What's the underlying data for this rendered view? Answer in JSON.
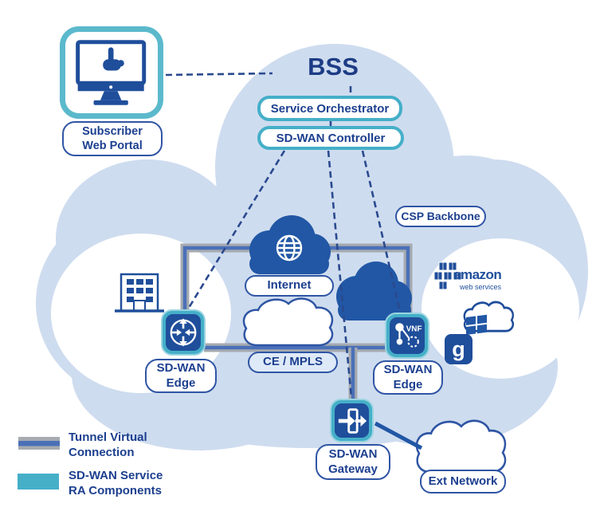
{
  "title": {
    "bss": "BSS"
  },
  "nodes": {
    "subscriber_portal": {
      "line1": "Subscriber",
      "line2": "Web Portal"
    },
    "service_orchestrator": {
      "label": "Service Orchestrator"
    },
    "sdwan_controller": {
      "label": "SD-WAN Controller"
    },
    "csp_backbone": {
      "label": "CSP Backbone"
    },
    "internet": {
      "label": "Internet"
    },
    "ce_mpls": {
      "label": "CE / MPLS"
    },
    "edge_left": {
      "line1": "SD-WAN",
      "line2": "Edge"
    },
    "edge_right": {
      "line1": "SD-WAN",
      "line2": "Edge",
      "badge": "VNF"
    },
    "gateway": {
      "line1": "SD-WAN",
      "line2": "Gateway"
    },
    "ext_network": {
      "label": "Ext Network"
    }
  },
  "logos": {
    "aws": {
      "name": "amazon",
      "subtitle": "web services"
    },
    "google": {
      "letter": "g"
    }
  },
  "legend": {
    "tunnel": {
      "line1": "Tunnel Virtual",
      "line2": "Connection"
    },
    "ra_components": {
      "line1": "SD-WAN Service",
      "line2": "RA Components"
    }
  },
  "colors": {
    "teal": "#45AFC8",
    "node_blue": "#1F4E9B",
    "text_blue": "#1C3F8F",
    "cloud_bg": "#CEDCEF",
    "dark_cloud": "#2157A5",
    "tunnel_gray": "#A6ABB0",
    "tunnel_blue": "#4A70B8",
    "dashed_blue": "#2A4A8F"
  }
}
